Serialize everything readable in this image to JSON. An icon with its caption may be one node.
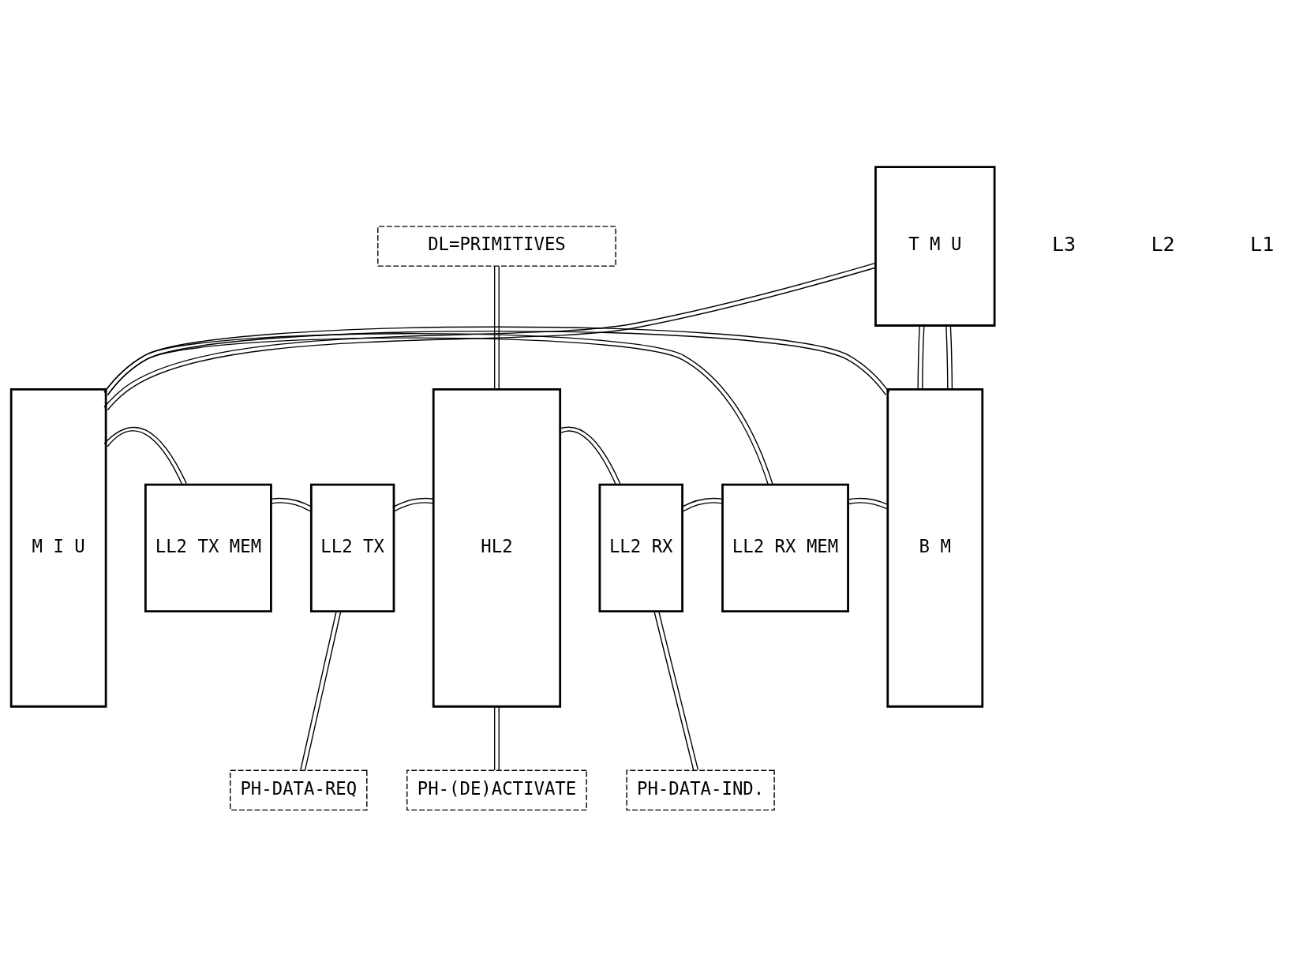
{
  "diagram": {
    "nodes": [
      {
        "text": [
          "M I U"
        ]
      },
      {
        "text": [
          "T M U"
        ]
      },
      {
        "text": [
          "B M"
        ]
      },
      {
        "text": [
          "HL2"
        ]
      },
      {
        "text": [
          "LL2 TX MEM"
        ]
      },
      {
        "text": [
          "LL2 TX"
        ]
      },
      {
        "text": [
          "LL2 RX"
        ]
      },
      {
        "text": [
          "LL2 RX MEM"
        ]
      },
      {
        "text": [
          "DL=PRIMITIVES"
        ]
      },
      {
        "text": [
          "PH-DATA-REQ"
        ]
      },
      {
        "text": [
          "PH-(DE)ACTIVATE"
        ]
      },
      {
        "text": [
          "PH-DATA-IND."
        ]
      }
    ],
    "edges": [
      {
        "from": 8,
        "to": 3,
        "arrow": "none"
      },
      {
        "from": 1,
        "to": 2,
        "arrow": "none"
      },
      {
        "from": 1,
        "to": 2,
        "arrow": "none"
      },
      {
        "from": 1,
        "to": 0,
        "arrow": "none"
      },
      {
        "from": 0,
        "to": 2,
        "arrow": "none"
      },
      {
        "from": 0,
        "to": 7,
        "arrow": "none"
      },
      {
        "from": 0,
        "to": 4,
        "arrow": "none"
      },
      {
        "from": 4,
        "to": 5,
        "arrow": "none"
      },
      {
        "from": 5,
        "to": 3,
        "arrow": "none"
      },
      {
        "from": 3,
        "to": 6,
        "arrow": "none"
      },
      {
        "from": 6,
        "to": 7,
        "arrow": "none"
      },
      {
        "from": 7,
        "to": 2,
        "arrow": "none"
      },
      {
        "from": 5,
        "to": 9,
        "arrow": "none"
      },
      {
        "from": 3,
        "to": 10,
        "arrow": "none"
      },
      {
        "from": 6,
        "to": 11,
        "arrow": "none"
      }
    ],
    "labels": [
      "L3",
      "L2",
      "L1"
    ]
  }
}
